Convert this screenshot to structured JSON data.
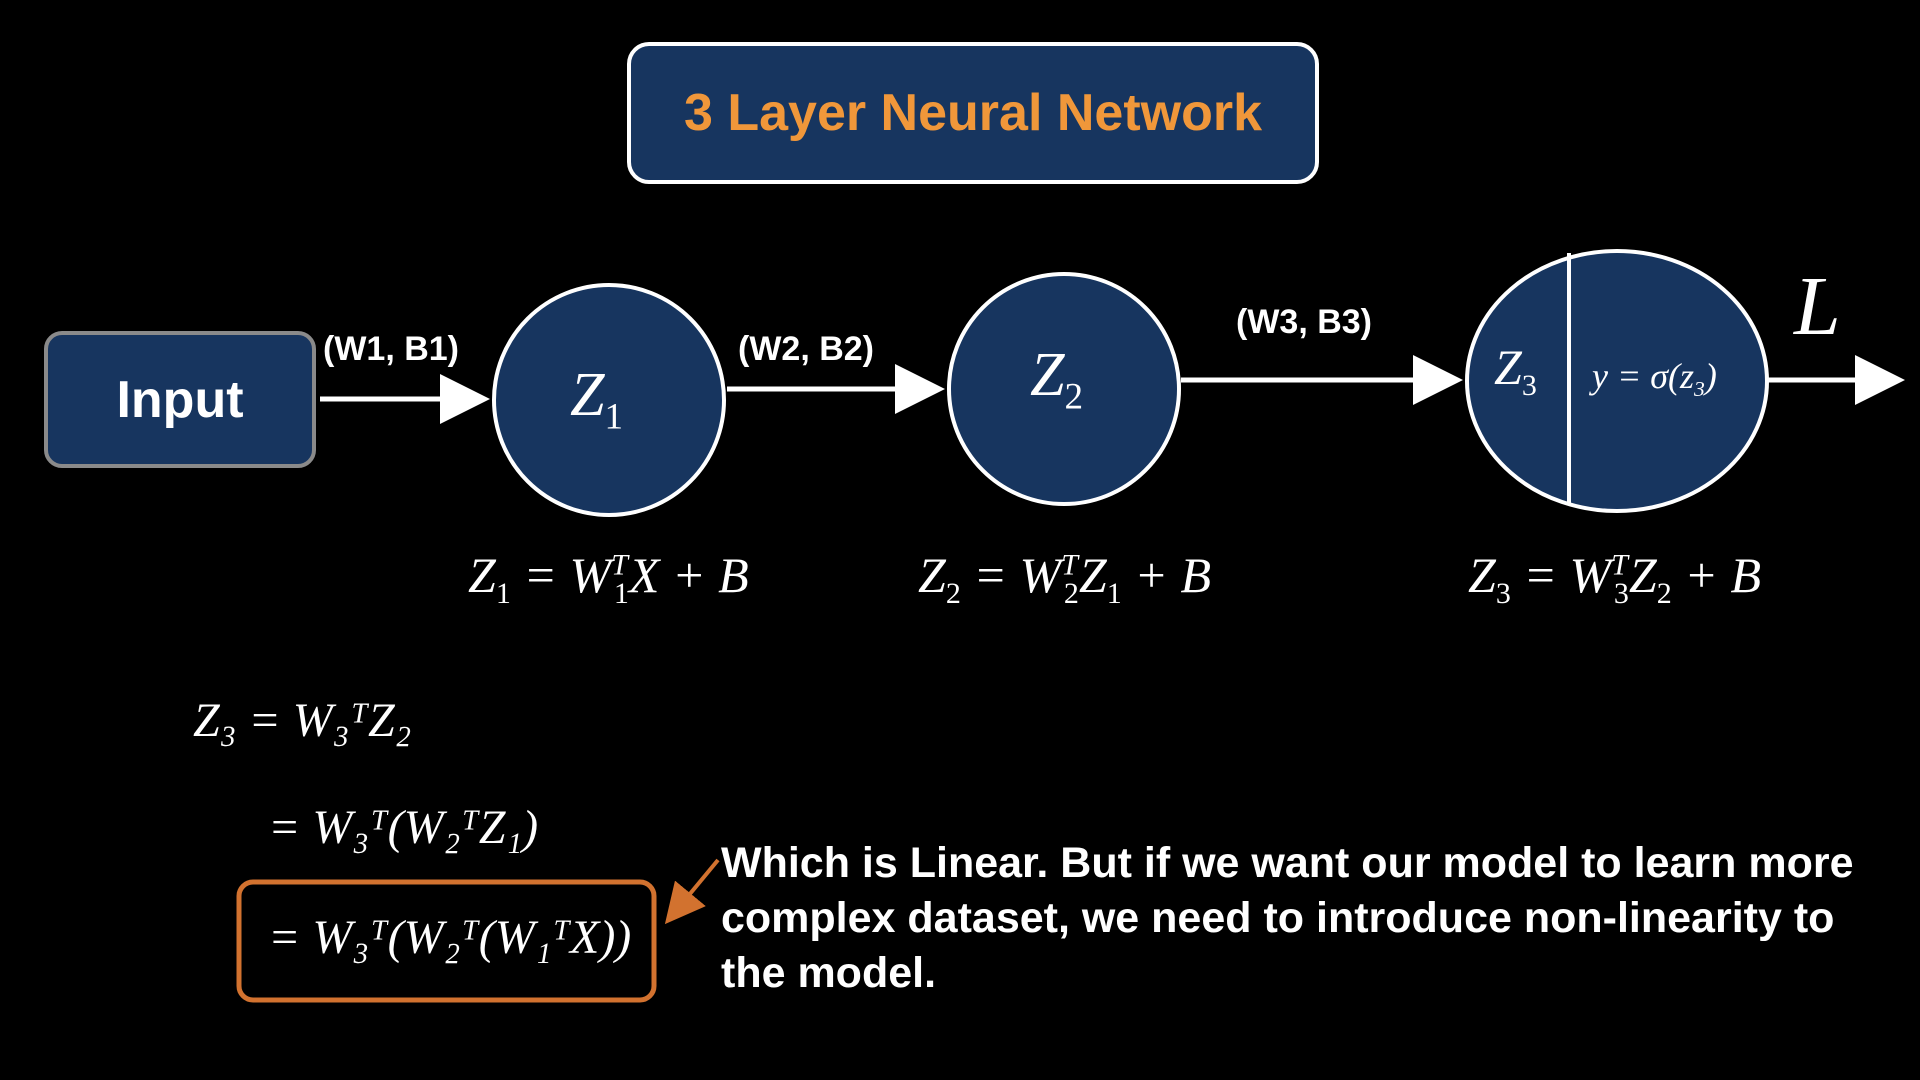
{
  "title": "3 Layer Neural Network",
  "input_label": "Input",
  "edges": [
    {
      "label": "(W1, B1)"
    },
    {
      "label": "(W2, B2)"
    },
    {
      "label": "(W3, B3)"
    }
  ],
  "nodes": [
    {
      "symbol": "Z",
      "subscript": "1"
    },
    {
      "symbol": "Z",
      "subscript": "2"
    },
    {
      "symbol": "Z",
      "subscript": "3",
      "activation": "y = σ(z",
      "activation_sub": "3",
      "activation_close": ")"
    }
  ],
  "loss_label": "L",
  "layer_equations": [
    {
      "lhs": "Z",
      "lhs_sub": "1",
      "w_sub": "1",
      "input": "X"
    },
    {
      "lhs": "Z",
      "lhs_sub": "2",
      "w_sub": "2",
      "input": "Z",
      "input_sub": "1"
    },
    {
      "lhs": "Z",
      "lhs_sub": "3",
      "w_sub": "3",
      "input": "Z",
      "input_sub": "2"
    }
  ],
  "eq_plus_bias": "+ B",
  "derivation": [
    "Z₃ = W₃ᵀZ₂",
    "= W₃ᵀ(W₂ᵀZ₁)",
    "= W₃ᵀ(W₂ᵀ(W₁ᵀX))"
  ],
  "note": "Which is Linear. But if we want our model to learn more complex dataset,  we need to introduce non-linearity to the model.",
  "colors": {
    "background": "#000000",
    "node_fill": "#17355f",
    "title_text": "#f0973a",
    "highlight": "#d2722f",
    "stroke": "#ffffff"
  }
}
